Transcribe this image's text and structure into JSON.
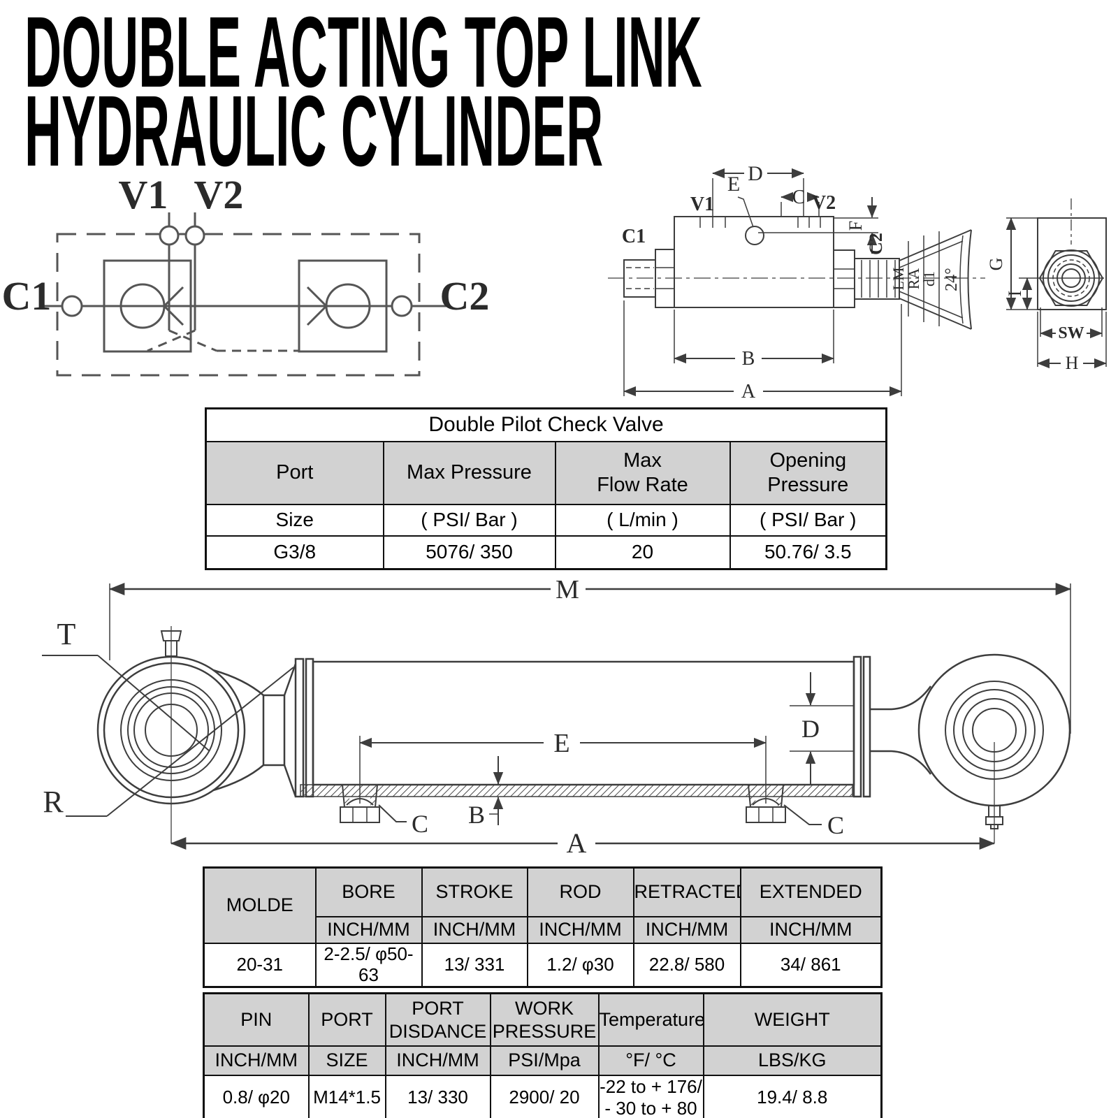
{
  "title": {
    "line1": "DOUBLE ACTING TOP LINK",
    "line2": "HYDRAULIC CYLINDER"
  },
  "schematic": {
    "v1": "V1",
    "v2": "V2",
    "c1": "C1",
    "c2": "C2"
  },
  "valve_view": {
    "d": "D",
    "e": "E",
    "c": "C",
    "v1": "V1",
    "v2": "V2",
    "c1": "C1",
    "c2": "C2",
    "f": "F",
    "lm": "LM",
    "ra": "RA",
    "d1": "d1",
    "angle": "24°",
    "b": "B",
    "a": "A"
  },
  "side_view": {
    "g": "G",
    "i": "I",
    "sw": "SW",
    "h": "H"
  },
  "cylinder_view": {
    "m": "M",
    "t": "T",
    "r": "R",
    "d": "D",
    "e": "E",
    "b": "B",
    "a": "A",
    "c_left": "C",
    "c_right": "C"
  },
  "valve_table": {
    "title": "Double Pilot Check Valve",
    "col1": {
      "h1": "Port",
      "u": "Size",
      "v": "G3/8"
    },
    "col2": {
      "h1": "Max Pressure",
      "u": "( PSI/ Bar )",
      "v": "5076/ 350"
    },
    "col3": {
      "h1": "Max",
      "h2": "Flow Rate",
      "u": "( L/min )",
      "v": "20"
    },
    "col4": {
      "h1": "Opening",
      "h2": "Pressure",
      "u": "( PSI/ Bar )",
      "v": "50.76/ 3.5"
    }
  },
  "size_table": {
    "col1": {
      "h": "MOLDE",
      "v": "20-31"
    },
    "col2": {
      "h": "BORE",
      "u": "INCH/MM",
      "v": "2-2.5/ φ50-63"
    },
    "col3": {
      "h": "STROKE",
      "u": "INCH/MM",
      "v": "13/ 331"
    },
    "col4": {
      "h": "ROD",
      "u": "INCH/MM",
      "v": "1.2/ φ30"
    },
    "col5": {
      "h": "RETRACTED",
      "u": "INCH/MM",
      "v": "22.8/ 580"
    },
    "col6": {
      "h": "EXTENDED",
      "u": "INCH/MM",
      "v": "34/ 861"
    }
  },
  "spec_table": {
    "col1": {
      "h1": "PIN",
      "u": "INCH/MM",
      "v": "0.8/ φ20"
    },
    "col2": {
      "h1": "PORT",
      "u": "SIZE",
      "v": "M14*1.5"
    },
    "col3": {
      "h1": "PORT",
      "h2": "DISDANCE",
      "u": "INCH/MM",
      "v": "13/ 330"
    },
    "col4": {
      "h1": "WORK",
      "h2": "PRESSURE",
      "u": "PSI/Mpa",
      "v": "2900/ 20"
    },
    "col5": {
      "h1": "Temperature",
      "u": "°F/ °C",
      "v1": "-22 to + 176/",
      "v2": "- 30 to + 80"
    },
    "col6": {
      "h1": "WEIGHT",
      "u": "LBS/KG",
      "v": "19.4/ 8.8"
    }
  },
  "colors": {
    "header_bg": "#d2d2d2",
    "line_dark": "#3d3d3d",
    "line_soft": "#555555"
  }
}
